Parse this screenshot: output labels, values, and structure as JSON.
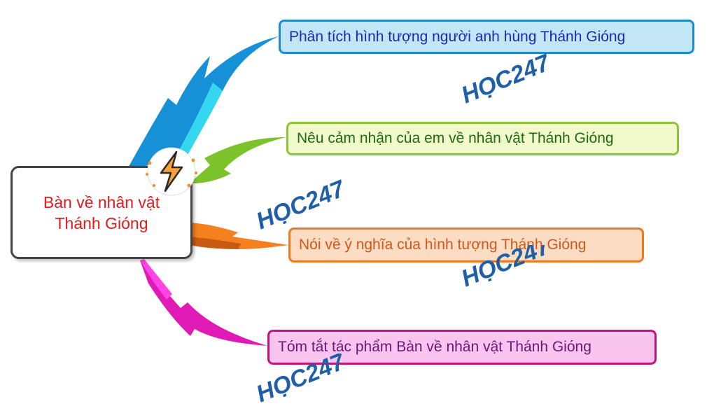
{
  "center_topic": "Bàn về nhân vật Thánh Gióng",
  "branches": [
    {
      "label": "Phân tích hình tượng người anh hùng Thánh Gióng"
    },
    {
      "label": "Nêu cảm nhận của em về nhân vật Thánh Gióng"
    },
    {
      "label": "Nói về ý nghĩa của hình tượng Thánh Gióng"
    },
    {
      "label": "Tóm tắt tác phẩm Bàn về nhân vật Thánh Gióng"
    }
  ],
  "watermark": "HỌC247",
  "colors": {
    "branch1": "#1e8cc8",
    "branch2": "#8ac63a",
    "branch3": "#f07a22",
    "branch4": "#c0157e",
    "center_text": "#e01a1a",
    "watermark": "#1f5fa8"
  },
  "icons": {
    "center_badge": "lightning-bolt-icon"
  }
}
